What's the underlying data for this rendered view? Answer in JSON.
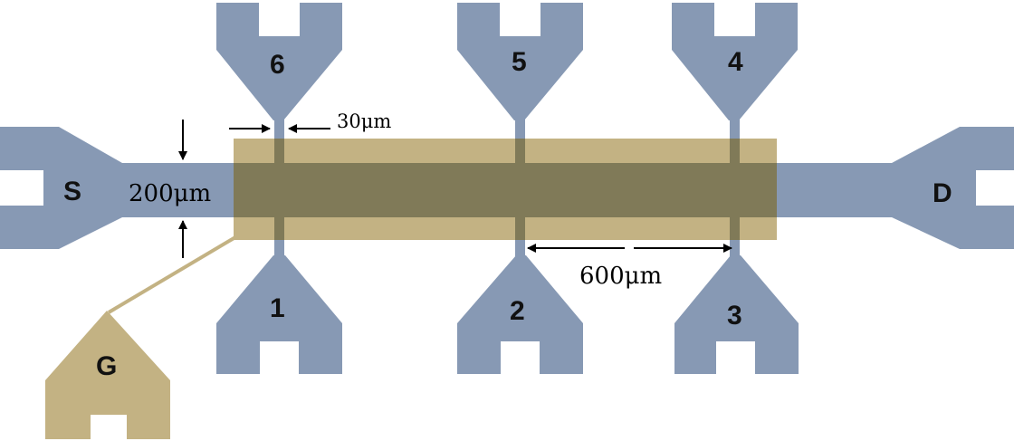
{
  "colors": {
    "metal": "#8799b4",
    "gate": "#c3b283",
    "overlap": "#807a58",
    "wire": "#c3b283",
    "arrow": "#000000"
  },
  "pads": {
    "source": "S",
    "drain": "D",
    "gate": "G",
    "probe1": "1",
    "probe2": "2",
    "probe3": "3",
    "probe4": "4",
    "probe5": "5",
    "probe6": "6"
  },
  "dimensions": {
    "channel_width": "200μm",
    "probe_width": "30μm",
    "probe_spacing": "600μm"
  }
}
